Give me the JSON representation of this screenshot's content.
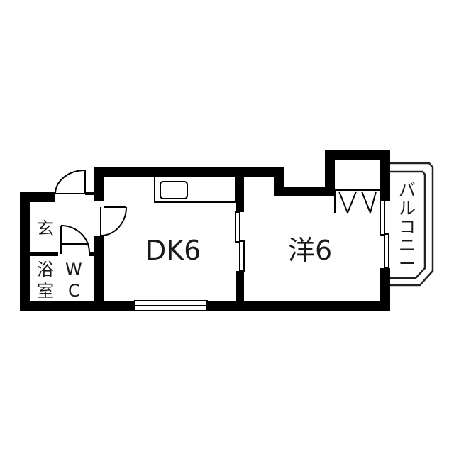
{
  "rooms": {
    "entrance": "玄",
    "bath": [
      "浴",
      "室"
    ],
    "wc": [
      "W",
      "C"
    ],
    "dining_kitchen": "DK6",
    "western_room": "洋6",
    "balcony": [
      "バ",
      "ル",
      "コ",
      "ニ",
      "ー"
    ]
  },
  "colors": {
    "wall": "#000000",
    "line": "#222222",
    "background": "#ffffff"
  }
}
